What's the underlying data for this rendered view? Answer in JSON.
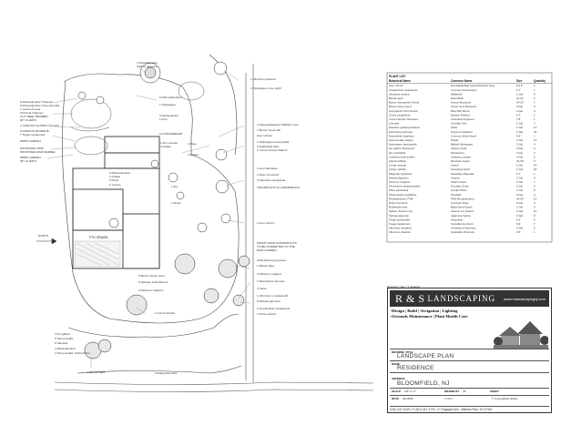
{
  "plan": {
    "north_label": "NORTH",
    "scale_caption": "Revision / Sec / T. drawing",
    "labels_left": [
      "8 Rhododendron 'Roseum'",
      "8 Rhododendron 'Nova Zembla'",
      "1 Cornus Kousa",
      "15 Hosta 'Frances'",
      "CUT TREE TRIMMED",
      "(BY CLIENT)",
      "1 CORNUS FLORIDA 'Cloud 9'",
      "13 ADIANTUM FERNS",
      "7 Tsuga canadensis",
      "HERB GARDEN",
      "PROPOSED TRIM",
      "PROPOSED RAIN BARREL",
      "HERB GARDEN",
      "(BY CLIENT)"
    ],
    "labels_mid": [
      "4 Rhododendron",
      "4 Pieris japonica",
      "12 Rhododendron",
      "1 Hydrangea",
      "3 Pachysandra",
      "1 Acer",
      "14 STRAWBERRY",
      "1 Ilex crenata",
      "3 Azalea",
      "6 Rhododendron",
      "1 Azalea",
      "5 Pieris",
      "1 Cornus",
      "4 Rose",
      "4 Azalea",
      "1 Ilex",
      "1 Picea"
    ],
    "labels_right": [
      "1 Viburnum plicatum",
      "4 Hydrangea 'Lime Light'",
      "4 Nepeta faassenii 'Walker's Low'",
      "7 Buxus 'Green Mt'",
      "Acer rubrum",
      "1 Hydrangea macrophylla",
      "4 Rudbeckia hirta",
      "1 Cornus Kousa 'Satomi'",
      "1 Acer palmatum",
      "4 Rose 'Knockout'",
      "4 Heuchera sanguinea",
      "TRANSPLANT ALL PERENNIALS",
      "1 Acer rubrum",
      "FRONT ROOF DOWNSPOUTS",
      "TO BE CONNECTED TO THE",
      "RAIN GARDEN",
      "20 Echinacea purpurea",
      "1 Betula nigra",
      "4 Panicum virgatum",
      "1 Miscanthus sinensis",
      "4 Carex",
      "1 Viburnum x burkwoodii",
      "8 Spiraea japonica",
      "1 Amelanchier canadensis",
      "1 Pinus strobus"
    ],
    "labels_bottom": [
      "5 Buxus 'Green Gem'",
      "6 Spiraea 'Gold Mound'",
      "3 Panicum virgatum",
      "1 Cornus florida",
      "4 Ilex glabra",
      "5 Hemerocallis",
      "6 Nandina",
      "4 Rhododendron",
      "4 Hemerocallis 'Stella D'Oro'",
      "5 Rudbeckia hirta",
      "1 Betula nigra"
    ],
    "house_label": "FTG GRAVEL"
  },
  "plant_table": {
    "title": "PLANT LIST",
    "headers": [
      "Botanical Name",
      "Common Name",
      "Size",
      "Quantity"
    ],
    "rows": [
      [
        "Acer rubrum",
        "Red Maple/Red Sunset/October Glory",
        "2-2.5\"",
        "1"
      ],
      [
        "Amelanchier canadensis",
        "Common Serviceberry",
        "6-7'",
        "1"
      ],
      [
        "Asclepias syriaca",
        "Milkweed",
        "1 Gal.",
        "6"
      ],
      [
        "Betula nigra",
        "River Birch",
        "10-12'",
        "2"
      ],
      [
        "Buxus microphylla 'Kohrei'",
        "Korean Boxwood",
        "24-30\"",
        "7"
      ],
      [
        "Buxus 'Green Gem'",
        "Green Gem Boxwood",
        "3 Gal.",
        "5"
      ],
      [
        "Caryopteris 'First Choice'",
        "Blue Mist Shrub",
        "2 Gal.",
        "4"
      ],
      [
        "Cercis canadensis",
        "Eastern Redbud",
        "6-7'",
        "1"
      ],
      [
        "Cornus florida 'Cherokee'",
        "Cherokee Dogwood",
        "7-8'",
        "1"
      ],
      [
        "Clematis",
        "Clematis Vine",
        "1 Gal.",
        "3"
      ],
      [
        "Dianthus gratianopolitanus",
        "Pinks",
        "1 Gal.",
        "12"
      ],
      [
        "Echinacea purpurea",
        "Purple Coneflower",
        "1 Gal.",
        "20"
      ],
      [
        "Hamamelis virginiana",
        "Common Witch Hazel",
        "4-5'",
        "1"
      ],
      [
        "Hemerocallis 'Happy'",
        "Daylily",
        "1 Gal.",
        "12"
      ],
      [
        "Hydrangea macrophylla",
        "Bigleaf Hydrangea",
        "3 Gal.",
        "4"
      ],
      [
        "Ilex glabra 'Shamrock'",
        "Inkberry Holly",
        "3 Gal.",
        "4"
      ],
      [
        "Ilex verticillata",
        "Winterberry",
        "3 Gal.",
        "3"
      ],
      [
        "Juniperus horizontalis",
        "Creeping Juniper",
        "2 Gal.",
        "5"
      ],
      [
        "Kalmia latifolia",
        "Mountain Laurel",
        "24-30\"",
        "3"
      ],
      [
        "Lirope muscari",
        "Lilyturf",
        "1 Gal.",
        "24"
      ],
      [
        "Liriope spicata",
        "Creeping Lilyturf",
        "1 Gal.",
        "18"
      ],
      [
        "Magnolia virginiana",
        "Sweetbay Magnolia",
        "6-7'",
        "1"
      ],
      [
        "Nepeta faassenii",
        "Catmint",
        "1 Gal.",
        "4"
      ],
      [
        "Panicum virgatum",
        "Switch Grass",
        "2 Gal.",
        "7"
      ],
      [
        "Pennisetum alopecuroides",
        "Fountain Grass",
        "2 Gal.",
        "6"
      ],
      [
        "Phlox paniculata",
        "Garden Phlox",
        "1 Gal.",
        "8"
      ],
      [
        "Physocarpus opulifolius",
        "Ninebark",
        "3 Gal.",
        "3"
      ],
      [
        "Rhododendron 'PJM'",
        "PJM Rhododendron",
        "24-30\"",
        "12"
      ],
      [
        "Rosa 'Knockout'",
        "Knockout Rose",
        "3 Gal.",
        "4"
      ],
      [
        "Rudbeckia hirta",
        "Black Eyed Susan",
        "1 Gal.",
        "9"
      ],
      [
        "Sedum 'Autumn Joy'",
        "Autumn Joy Sedum",
        "1 Gal.",
        "10"
      ],
      [
        "Spiraea japonica",
        "Japanese Spirea",
        "2 Gal.",
        "8"
      ],
      [
        "Thuja occidentalis",
        "Arborvitae",
        "5-6'",
        "5"
      ],
      [
        "Tsuga canadensis",
        "Canadian Hemlock",
        "5-6'",
        "7"
      ],
      [
        "Viburnum dentatum",
        "Arrowwood Viburnum",
        "3 Gal.",
        "3"
      ],
      [
        "Viburnum plicatum",
        "Doublefile Viburnum",
        "4-5'",
        "1"
      ]
    ]
  },
  "title_block": {
    "logo_big": "R & S",
    "logo_small": "LANDSCAPING",
    "logo_url": "www.rslandscapingnj.com",
    "services": [
      "•Design | Build | •Irrigation | Lighting",
      "•Grounds Maintenance | Plant Health Care"
    ],
    "drawing_title_caption": "DRAWING TITLE",
    "drawing_title": "LANDSCAPE PLAN",
    "name_caption": "NAME",
    "name_value": "RESIDENCE",
    "address_caption": "ADDRESS",
    "address_value": "BLOOMFIELD, NJ",
    "scale_caption": "SCALE",
    "scale_value": "1/8\"=1'-0\"",
    "drawn_by_caption": "DRAWN BY",
    "drawn_by_value": "JD",
    "sheet_caption": "SHEET",
    "sheet_value": "1 OF 1",
    "date_caption": "DATE",
    "date_value": "04/15/09",
    "copyright": "© Copyrighted (Date)",
    "footer": "(201) 447-4249  •  F (201) 447-1779  •  27 Engaged Ave., Midland Park, NJ 07432"
  }
}
